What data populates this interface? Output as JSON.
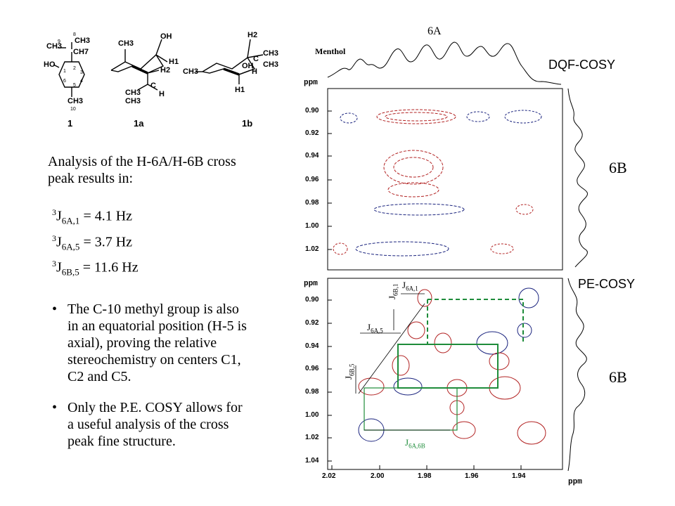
{
  "structures": {
    "s1": {
      "label": "1",
      "atoms": {
        "c8": "8",
        "ch3_top": "CH3",
        "ch3_left": "CH3",
        "c9": "9",
        "ch7": "CH7",
        "ho": "HO",
        "n1": "1",
        "n2": "2",
        "n3": "3",
        "n6": "6",
        "n4": "4",
        "n5": "5",
        "ch3_bottom": "CH3",
        "c10": "10"
      }
    },
    "s1a": {
      "label": "1a",
      "atoms": {
        "ch3": "CH3",
        "oh": "OH",
        "h1": "H1",
        "h2": "H2",
        "c": "C",
        "ch3a": "CH3",
        "ch3b": "CH3",
        "h": "H"
      }
    },
    "s1b": {
      "label": "1b",
      "atoms": {
        "h2": "H2",
        "ch3_left": "CH3",
        "ch3_r1": "CH3",
        "ch3_r2": "CH3",
        "h": "H",
        "oh": "OH",
        "h1": "H1",
        "c": "C"
      }
    }
  },
  "text": {
    "heading_line1": "Analysis of the H-6A/H-6B cross",
    "heading_line2": "peak results in:",
    "couplings": [
      {
        "sup": "3",
        "sym": "J",
        "sub": "6A,1",
        "value": " = 4.1 Hz"
      },
      {
        "sup": "3",
        "sym": "J",
        "sub": "6A,5",
        "value": " = 3.7 Hz"
      },
      {
        "sup": "3",
        "sym": "J",
        "sub": "6B,5",
        "value": " = 11.6 Hz"
      }
    ],
    "bullets": [
      [
        "The C-10 methyl group is also",
        "in an equatorial position (H-5 is",
        "axial), proving the relative",
        "stereochemistry on centers C1,",
        "C2 and C5."
      ],
      [
        "Only the P.E. COSY allows for",
        "a useful analysis of the cross",
        "peak fine structure."
      ]
    ]
  },
  "spectrum": {
    "top_axis_label": "6A",
    "menthol_label": "Menthol",
    "ppm_label": "ppm",
    "dqf_label": "DQF-COSY",
    "pe_label": "PE-COSY",
    "side_label": "6B",
    "dqf_y_ticks": [
      "0.90",
      "0.92",
      "0.94",
      "0.96",
      "0.98",
      "1.00",
      "1.02"
    ],
    "pe_y_ticks": [
      "0.90",
      "0.92",
      "0.94",
      "0.96",
      "0.98",
      "1.00",
      "1.02",
      "1.04"
    ],
    "x_ticks": [
      "2.02",
      "2.00",
      "1.98",
      "1.96",
      "1.94"
    ],
    "j_labels": {
      "j6a1": {
        "sym": "J",
        "sub": "6A,1"
      },
      "j6b1": {
        "sym": "J",
        "sub": "6B,1"
      },
      "j6a5": {
        "sym": "J",
        "sub": "6A,5"
      },
      "j6b5": {
        "sym": "J",
        "sub": "6B,5"
      },
      "j6a6b": {
        "sym": "J",
        "sub": "6A,6B"
      }
    },
    "colors": {
      "red": "#b22222",
      "blue": "#1a237e",
      "green": "#1e8c3a"
    }
  }
}
